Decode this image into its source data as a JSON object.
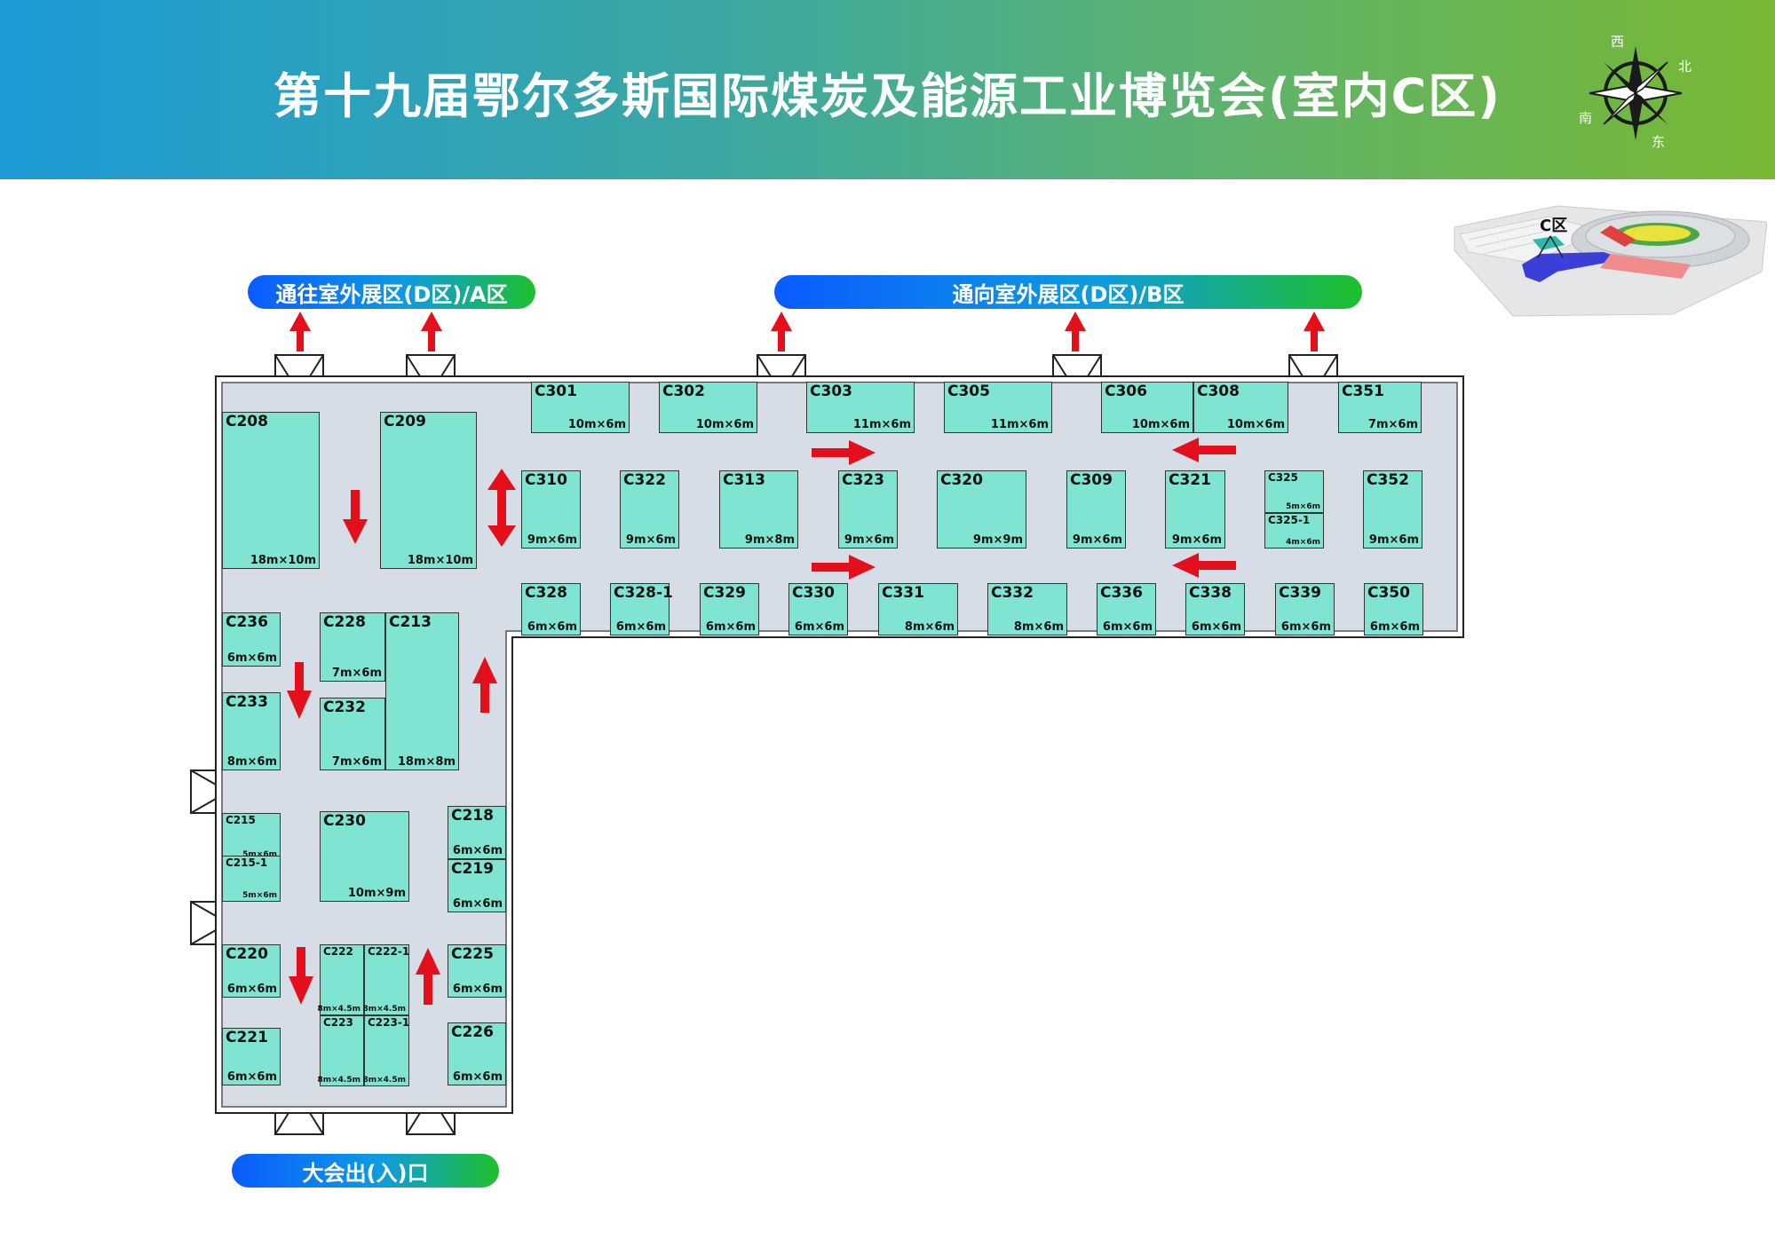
{
  "title": "第十九届鄂尔多斯国际煤炭及能源工业博览会(室内C区)",
  "compass_labels": {
    "west": "西",
    "north": "北",
    "south": "南",
    "east": "东"
  },
  "thumbnail_label": "C区",
  "exits": {
    "a_zone": "通往室外展区(D区)/A区",
    "b_zone": "通向室外展区(D区)/B区",
    "entrance": "大会出(入)口"
  },
  "colors": {
    "booth": "#7fe5d2",
    "hall": "#d6dde6",
    "arrow": "#e3101b"
  },
  "booths": [
    {
      "code": "C301",
      "size": "10m×6m"
    },
    {
      "code": "C302",
      "size": "10m×6m"
    },
    {
      "code": "C303",
      "size": "11m×6m"
    },
    {
      "code": "C305",
      "size": "11m×6m"
    },
    {
      "code": "C306",
      "size": "10m×6m"
    },
    {
      "code": "C308",
      "size": "10m×6m"
    },
    {
      "code": "C351",
      "size": "7m×6m"
    },
    {
      "code": "C208",
      "size": "18m×10m"
    },
    {
      "code": "C209",
      "size": "18m×10m"
    },
    {
      "code": "C310",
      "size": "9m×6m"
    },
    {
      "code": "C322",
      "size": "9m×6m"
    },
    {
      "code": "C313",
      "size": "9m×8m"
    },
    {
      "code": "C323",
      "size": "9m×6m"
    },
    {
      "code": "C320",
      "size": "9m×9m"
    },
    {
      "code": "C309",
      "size": "9m×6m"
    },
    {
      "code": "C321",
      "size": "9m×6m"
    },
    {
      "code": "C325",
      "size": "5m×6m"
    },
    {
      "code": "C325-1",
      "size": "4m×6m"
    },
    {
      "code": "C352",
      "size": "9m×6m"
    },
    {
      "code": "C328",
      "size": "6m×6m"
    },
    {
      "code": "C328-1",
      "size": "6m×6m"
    },
    {
      "code": "C329",
      "size": "6m×6m"
    },
    {
      "code": "C330",
      "size": "6m×6m"
    },
    {
      "code": "C331",
      "size": "8m×6m"
    },
    {
      "code": "C332",
      "size": "8m×6m"
    },
    {
      "code": "C336",
      "size": "6m×6m"
    },
    {
      "code": "C338",
      "size": "6m×6m"
    },
    {
      "code": "C339",
      "size": "6m×6m"
    },
    {
      "code": "C350",
      "size": "6m×6m"
    },
    {
      "code": "C236",
      "size": "6m×6m"
    },
    {
      "code": "C228",
      "size": "7m×6m"
    },
    {
      "code": "C213",
      "size": "18m×8m"
    },
    {
      "code": "C233",
      "size": "8m×6m"
    },
    {
      "code": "C232",
      "size": "7m×6m"
    },
    {
      "code": "C215",
      "size": "5m×6m"
    },
    {
      "code": "C215-1",
      "size": "5m×6m"
    },
    {
      "code": "C230",
      "size": "10m×9m"
    },
    {
      "code": "C218",
      "size": "6m×6m"
    },
    {
      "code": "C219",
      "size": "6m×6m"
    },
    {
      "code": "C220",
      "size": "6m×6m"
    },
    {
      "code": "C222",
      "size": "8m×4.5m"
    },
    {
      "code": "C222-1",
      "size": "8m×4.5m"
    },
    {
      "code": "C225",
      "size": "6m×6m"
    },
    {
      "code": "C221",
      "size": "6m×6m"
    },
    {
      "code": "C223",
      "size": "8m×4.5m"
    },
    {
      "code": "C223-1",
      "size": "8m×4.5m"
    },
    {
      "code": "C226",
      "size": "6m×6m"
    }
  ]
}
